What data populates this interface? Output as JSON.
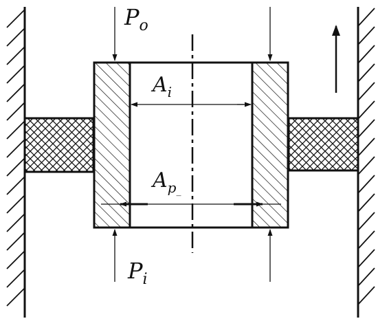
{
  "labels": {
    "p_outer": "P",
    "p_outer_sub": "o",
    "p_inner": "P",
    "p_inner_sub": "i",
    "area_inner": "A",
    "area_inner_sub": "i",
    "area_piston": "A",
    "area_piston_sub": "p",
    "area_piston_subsub": "_"
  },
  "colors": {
    "line": "#111111",
    "background": "#ffffff"
  }
}
